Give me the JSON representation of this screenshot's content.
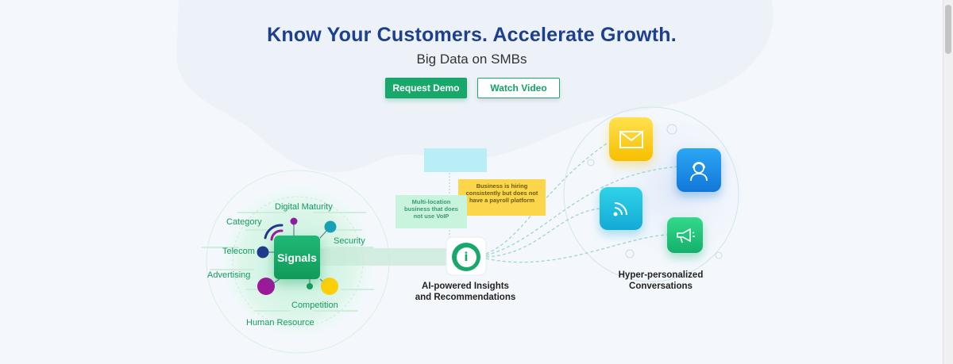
{
  "hero": {
    "title": "Know Your Customers. Accelerate Growth.",
    "subtitle": "Big Data on SMBs",
    "primary_button": "Request Demo",
    "secondary_button": "Watch Video"
  },
  "signals": {
    "center_label": "Signals",
    "categories": {
      "digital_maturity": "Digital Maturity",
      "category": "Category",
      "security": "Security",
      "telecom": "Telecom",
      "advertising": "Advertising",
      "competition": "Competition",
      "human_resource": "Human Resource"
    }
  },
  "insights": {
    "bubble_yellow": "Business is hiring consistently but does not have a payroll platform",
    "bubble_green": "Multi-location business that does not use VoIP",
    "caption_line1": "AI-powered Insights",
    "caption_line2": "and Recommendations",
    "icon_glyph": "i"
  },
  "conversations": {
    "caption_line1": "Hyper-personalized",
    "caption_line2": "Conversations",
    "icons": [
      "envelope-icon",
      "support-agent-icon",
      "rss-feed-icon",
      "megaphone-icon"
    ]
  },
  "colors": {
    "brand_green": "#18a86b",
    "headline_blue": "#1d3f8f",
    "label_green": "#159a5e",
    "yellow": "#fbd54a",
    "mint": "#c8f3dd",
    "cyan": "#b9eef7",
    "purple": "#8e1e9e",
    "navy": "#1f3a8a",
    "teal": "#1aa0b5",
    "amber": "#fccf0a"
  }
}
